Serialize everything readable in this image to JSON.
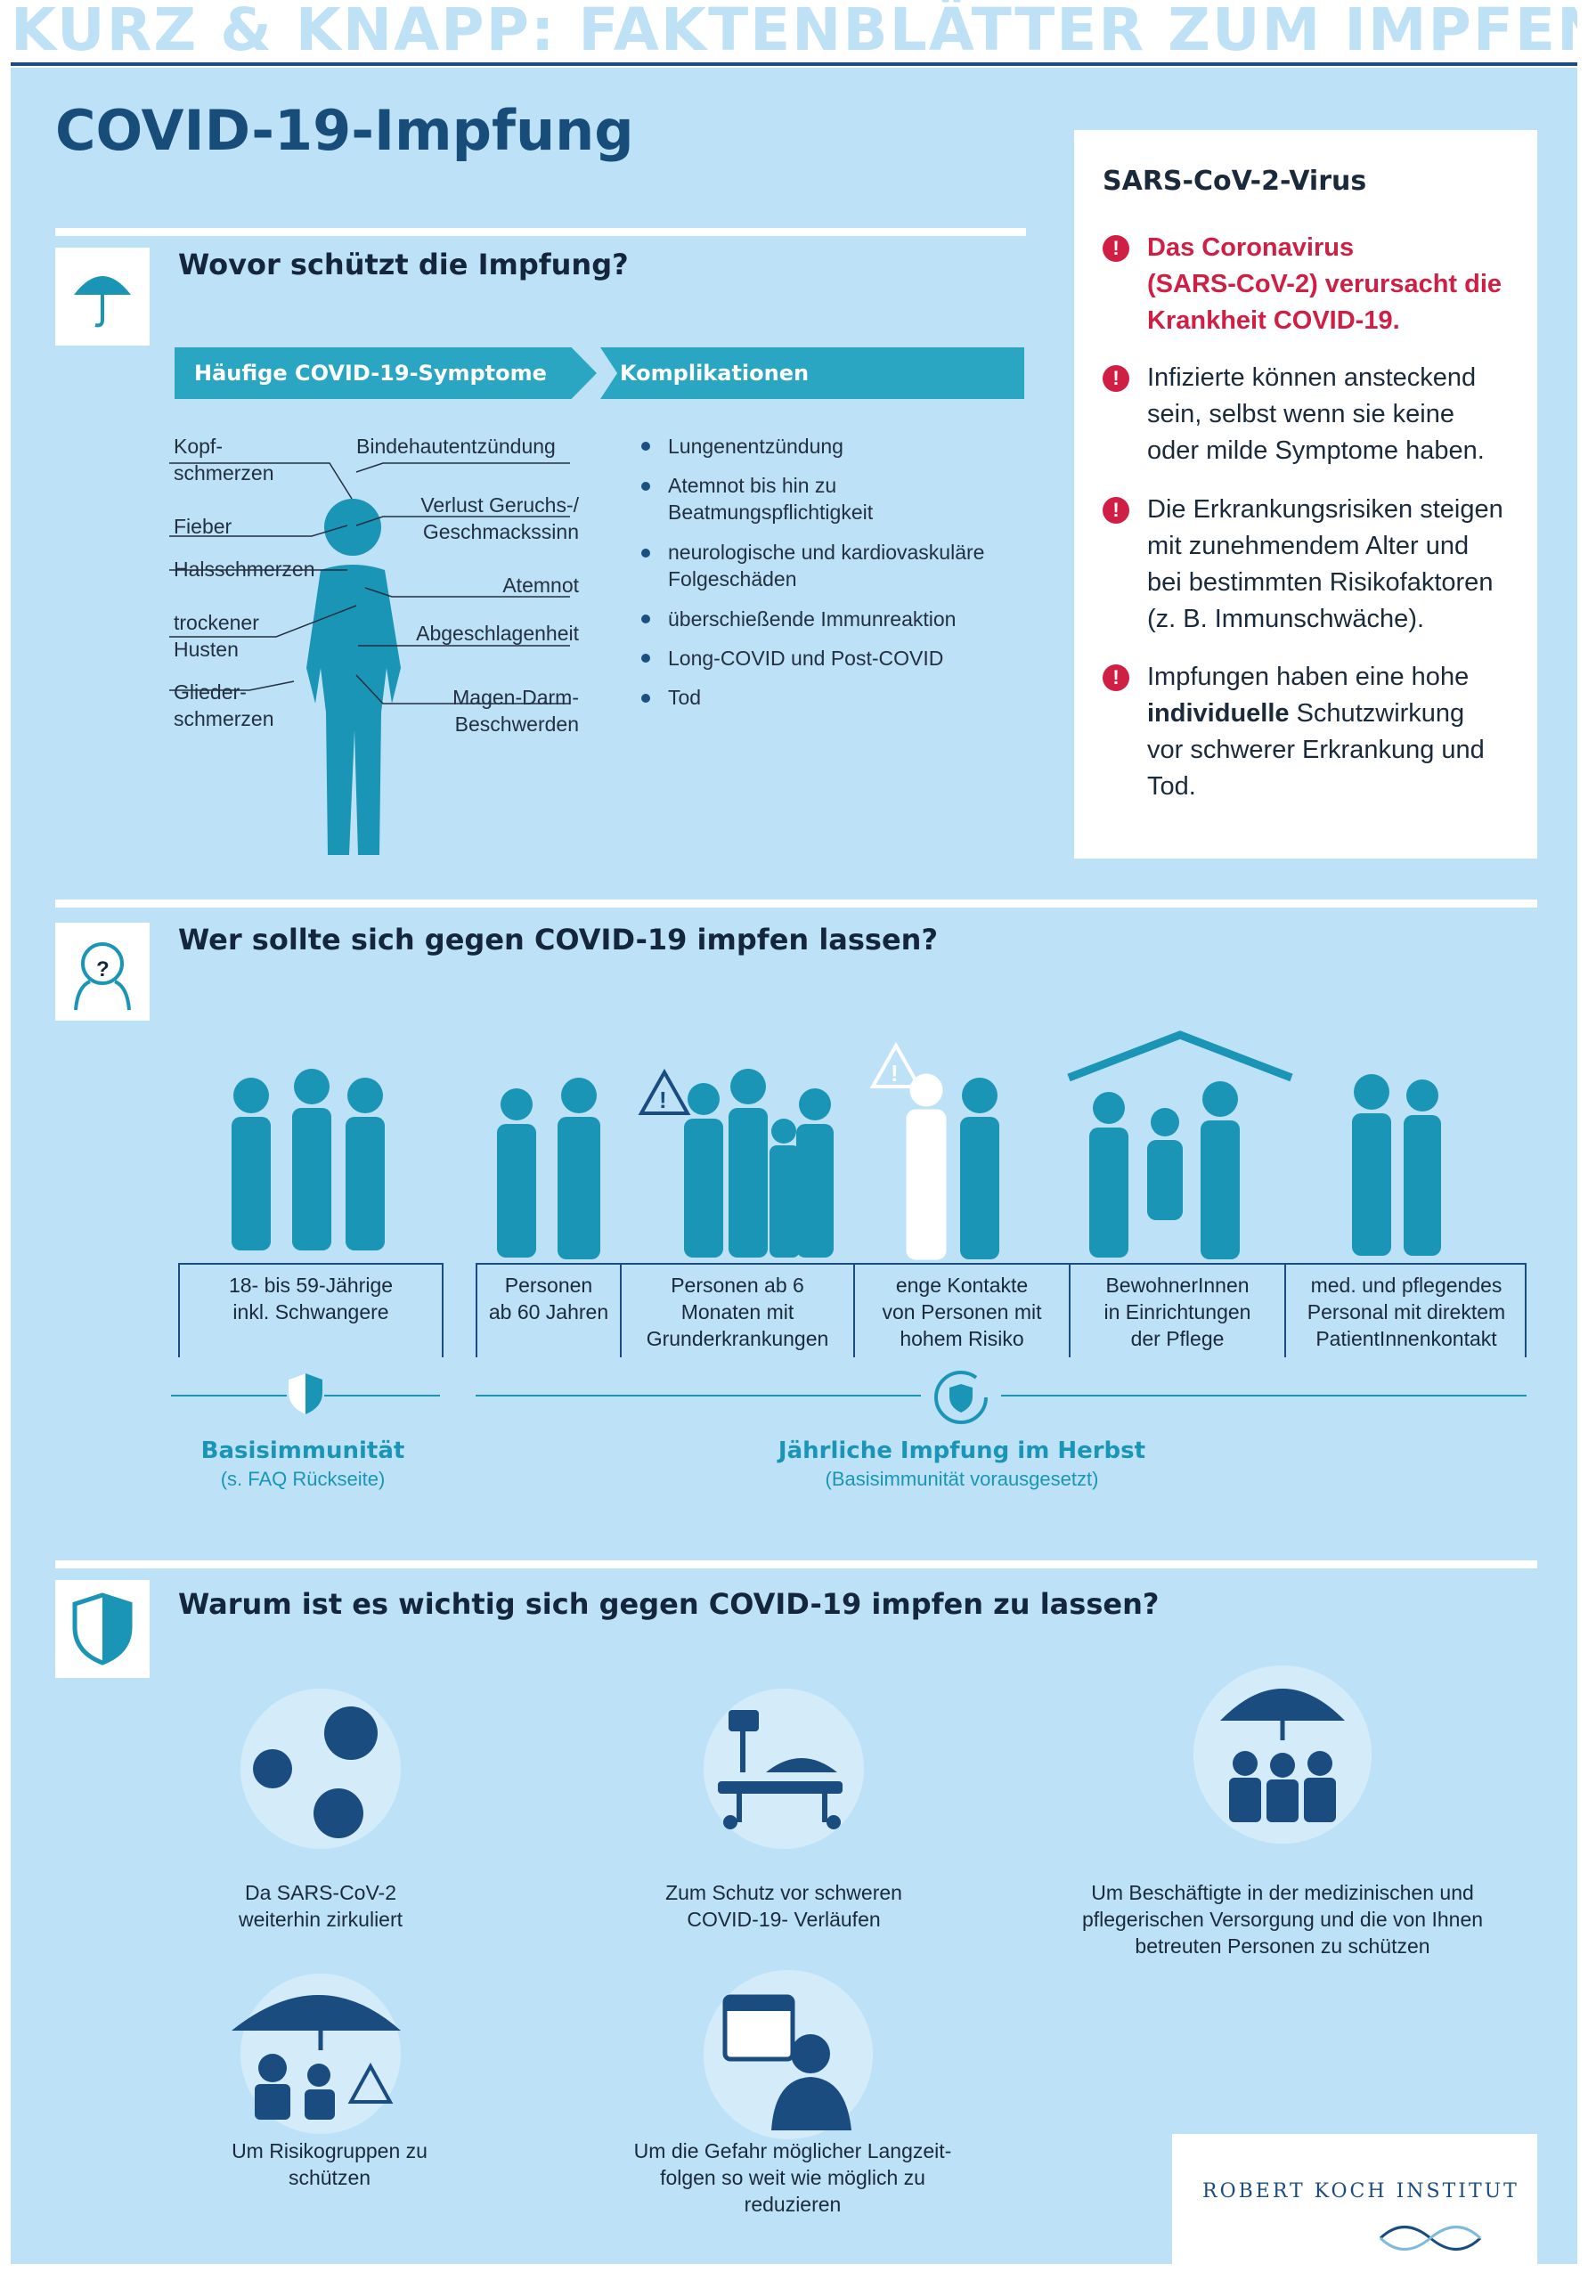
{
  "header": {
    "banner": "KURZ & KNAPP: FAKTENBLÄTTER ZUM IMPFEN",
    "title": "COVID-19-Impfung"
  },
  "colors": {
    "banner_text": "#bfe1f6",
    "panel": "#bde2f7",
    "navy": "#184d7a",
    "teal": "#1a95b6",
    "red": "#d01f45"
  },
  "protect": {
    "heading": "Wovor schützt die Impfung?",
    "symptoms_title": "Häufige COVID-19-Symptome",
    "complications_title": "Komplikationen",
    "symptoms": {
      "kopf1": "Kopf-",
      "kopf2": "schmerzen",
      "fieber": "Fieber",
      "hals": "Halsschmerzen",
      "husten1": "trockener",
      "husten2": "Husten",
      "glieder1": "Glieder-",
      "glieder2": "schmerzen",
      "binde": "Bindehautentzündung",
      "geruch1": "Verlust Geruchs-/",
      "geruch2": "Geschmackssinn",
      "atemnot": "Atemnot",
      "abgeschlagen": "Abgeschlagenheit",
      "magen1": "Magen-Darm-",
      "magen2": "Beschwerden"
    },
    "complications": [
      "Lungenentzündung",
      "Atemnot bis hin zu",
      "Beatmungspflichtigkeit",
      "neurologische und kardiovaskuläre",
      "Folgeschäden",
      "überschießende Immunreaktion",
      "Long-COVID und Post-COVID",
      "Tod"
    ]
  },
  "sars": {
    "title": "SARS-CoV-2-Virus",
    "items": [
      {
        "l1": "Das Coronavirus",
        "l2": "(SARS-CoV-2) verursacht die",
        "l3": "Krankheit COVID-19."
      },
      {
        "l1": "Infizierte können ansteckend",
        "l2": "sein, selbst wenn sie keine",
        "l3": "oder milde Symptome haben."
      },
      {
        "l1": "Die Erkrankungsrisiken steigen",
        "l2": "mit zunehmendem Alter und",
        "l3": "bei bestimmten Risikofaktoren",
        "l4": "(z. B. Immunschwäche)."
      },
      {
        "l1": "Impfungen haben eine hohe",
        "l2b": "individuelle",
        "l2": " Schutzwirkung",
        "l3": "vor schwerer Erkrankung und",
        "l4": "Tod."
      }
    ]
  },
  "who": {
    "heading": "Wer sollte sich gegen COVID-19 impfen lassen?",
    "groups": [
      {
        "l1": "18- bis 59-Jährige",
        "l2": "inkl. Schwangere"
      },
      {
        "l1": "Personen",
        "l2": "ab 60 Jahren"
      },
      {
        "l1": "Personen ab 6",
        "l2": "Monaten mit",
        "l3": "Grunderkrankungen"
      },
      {
        "l1": "enge Kontakte",
        "l2": "von Personen mit",
        "l3": "hohem Risiko"
      },
      {
        "l1": "BewohnerInnen",
        "l2": "in Einrichtungen",
        "l3": "der Pflege"
      },
      {
        "l1": "med. und pflegendes",
        "l2": "Personal mit direktem",
        "l3": "PatientInnenkontakt"
      }
    ],
    "basis_title": "Basisimmunität",
    "basis_sub": "(s. FAQ Rückseite)",
    "annual_title": "Jährliche Impfung im Herbst",
    "annual_sub": "(Basisimmunität vorausgesetzt)"
  },
  "why": {
    "heading": "Warum ist es wichtig sich gegen COVID-19 impfen zu lassen?",
    "reasons": [
      {
        "l1": "Da SARS-CoV-2",
        "l2": "weiterhin zirkuliert"
      },
      {
        "l1": "Zum Schutz vor schweren",
        "l2": "COVID-19- Verläufen"
      },
      {
        "l1": "Um Beschäftigte in der medizinischen und",
        "l2": "pflegerischen Versorgung und die von Ihnen",
        "l3": "betreuten Personen zu schützen"
      },
      {
        "l1": "Um Risikogruppen zu",
        "l2": "schützen"
      },
      {
        "l1": "Um die Gefahr möglicher Langzeit-",
        "l2": "folgen so weit wie möglich zu",
        "l3": "reduzieren"
      }
    ]
  },
  "footer": {
    "logo_text": "ROBERT KOCH INSTITUT"
  }
}
